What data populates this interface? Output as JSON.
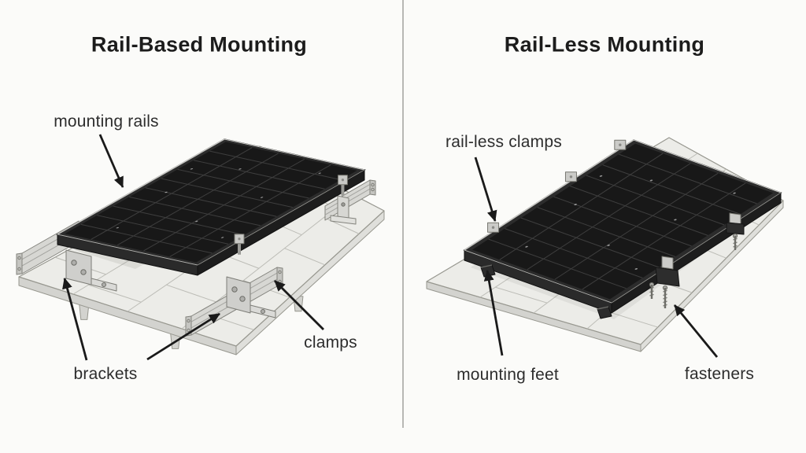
{
  "figure": {
    "type": "comparison diagram",
    "subject": "Solar panel roof mounting systems",
    "background": "#fbfbf9",
    "divider_color": "#b7b7b4",
    "title_color": "#1c1c1c",
    "label_color": "#2d2d2d",
    "arrow_color": "#1a1a1a",
    "panel_cell_color": "#181818",
    "panel_frame_color": "#2c2c2c",
    "panel_grid_color": "#3e3e3e",
    "roof_top_color": "#ecece8",
    "roof_front_color": "#d3d3cf",
    "roof_side_color": "#dfdfdb",
    "roof_edge_color": "#97978f",
    "tile_line_color": "#bcbcb6",
    "metal_color": "#d7d7d3",
    "metal_edge_color": "#83837d",
    "hardware_dark_color": "#2d2d2d"
  },
  "left": {
    "title": "Rail-Based Mounting",
    "labels": {
      "mounting_rails": "mounting rails",
      "brackets": "brackets",
      "clamps": "clamps"
    }
  },
  "right": {
    "title": "Rail-Less Mounting",
    "labels": {
      "rail_less_clamps": "rail-less clamps",
      "mounting_feet": "mounting feet",
      "fasteners": "fasteners"
    }
  }
}
